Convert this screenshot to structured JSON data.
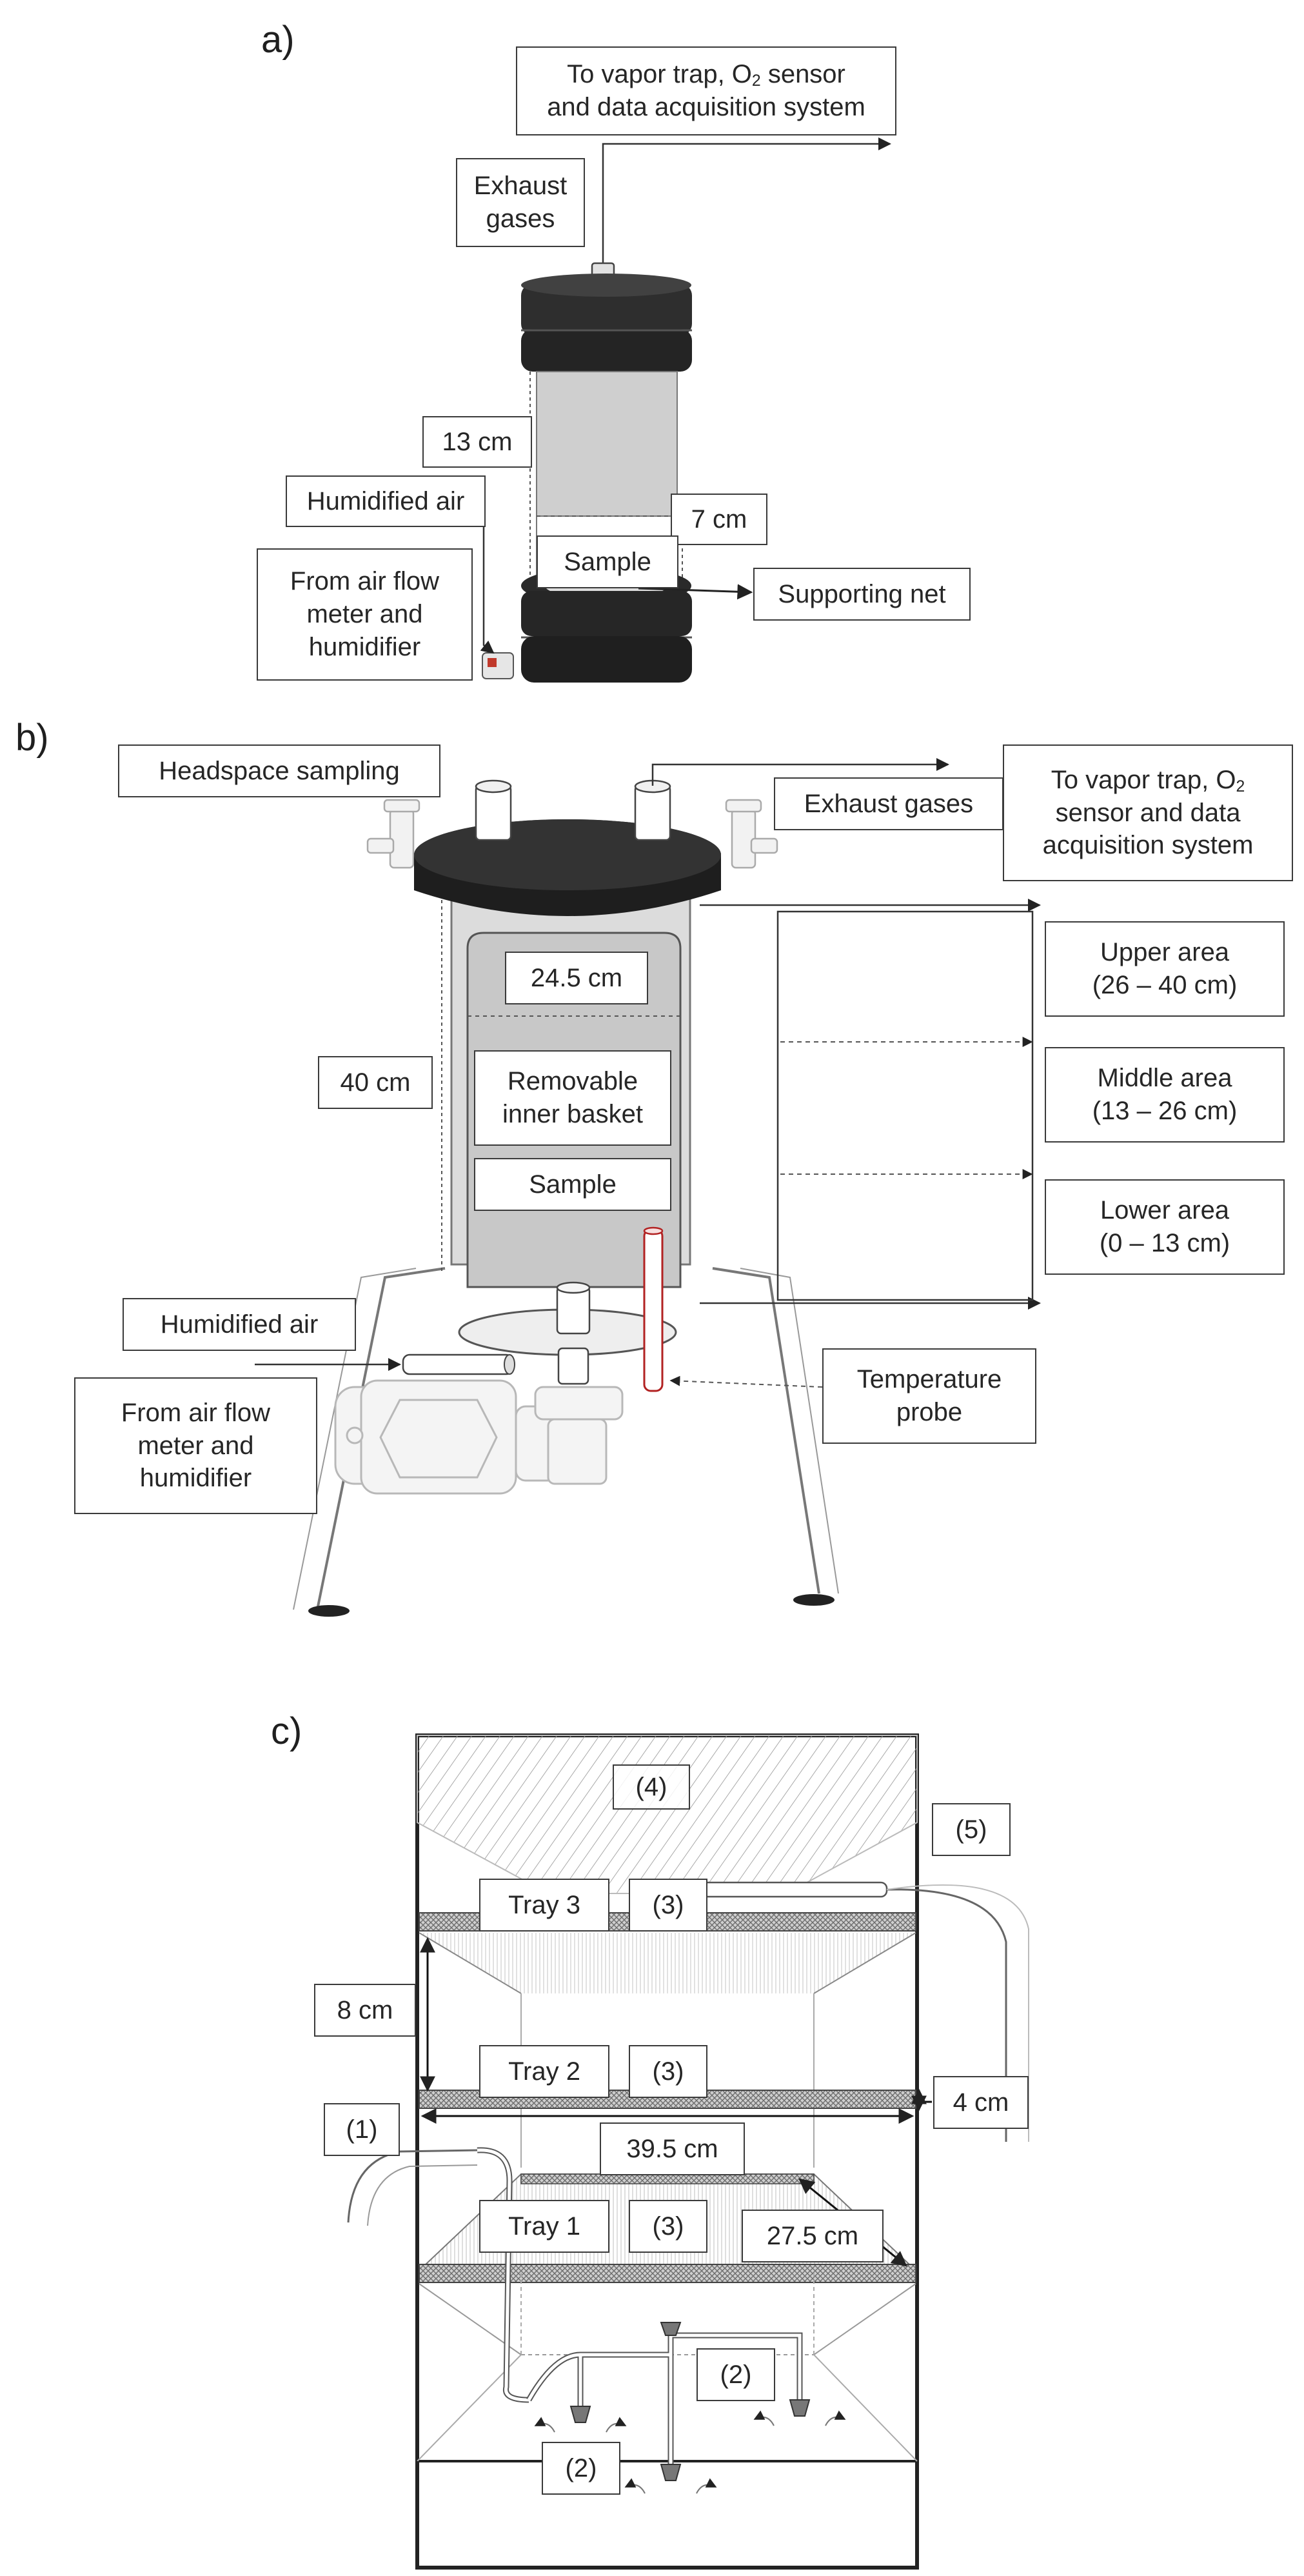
{
  "panel_a": {
    "letter": "a)",
    "vapor_trap": {
      "line1": "To vapor trap, O",
      "sub": "2",
      "line1_end": " sensor",
      "line2": "and data acquisition system"
    },
    "exhaust_gases": [
      "Exhaust",
      "gases"
    ],
    "height_13": "13 cm",
    "humidified_air": "Humidified air",
    "height_7": "7 cm",
    "sample": "Sample",
    "from_air_flow": [
      "From air flow",
      "meter and",
      "humidifier"
    ],
    "supporting_net": "Supporting net"
  },
  "panel_b": {
    "letter": "b)",
    "headspace_sampling": "Headspace sampling",
    "exhaust_gases": "Exhaust gases",
    "vapor_trap": {
      "line1": "To vapor trap, O",
      "sub": "2",
      "line2": "sensor and data",
      "line3": "acquisition system"
    },
    "diameter": "24.5 cm",
    "height_40": "40 cm",
    "removable_basket": [
      "Removable",
      "inner basket"
    ],
    "sample": "Sample",
    "upper_area": [
      "Upper area",
      "(26 – 40 cm)"
    ],
    "middle_area": [
      "Middle area",
      "(13 – 26 cm)"
    ],
    "lower_area": [
      "Lower area",
      "(0 – 13 cm)"
    ],
    "humidified_air": "Humidified air",
    "from_air_flow": [
      "From air flow",
      "meter and",
      "humidifier"
    ],
    "temperature_probe": [
      "Temperature",
      "probe"
    ]
  },
  "panel_c": {
    "letter": "c)",
    "label_4": "(4)",
    "label_5": "(5)",
    "tray_3": "Tray 3",
    "label_3a": "(3)",
    "height_8": "8 cm",
    "tray_2": "Tray 2",
    "label_3b": "(3)",
    "gap_4": "4 cm",
    "label_1": "(1)",
    "width_395": "39.5 cm",
    "tray_1": "Tray 1",
    "label_3c": "(3)",
    "depth_275": "27.5 cm",
    "label_2a": "(2)",
    "label_2b": "(2)"
  }
}
